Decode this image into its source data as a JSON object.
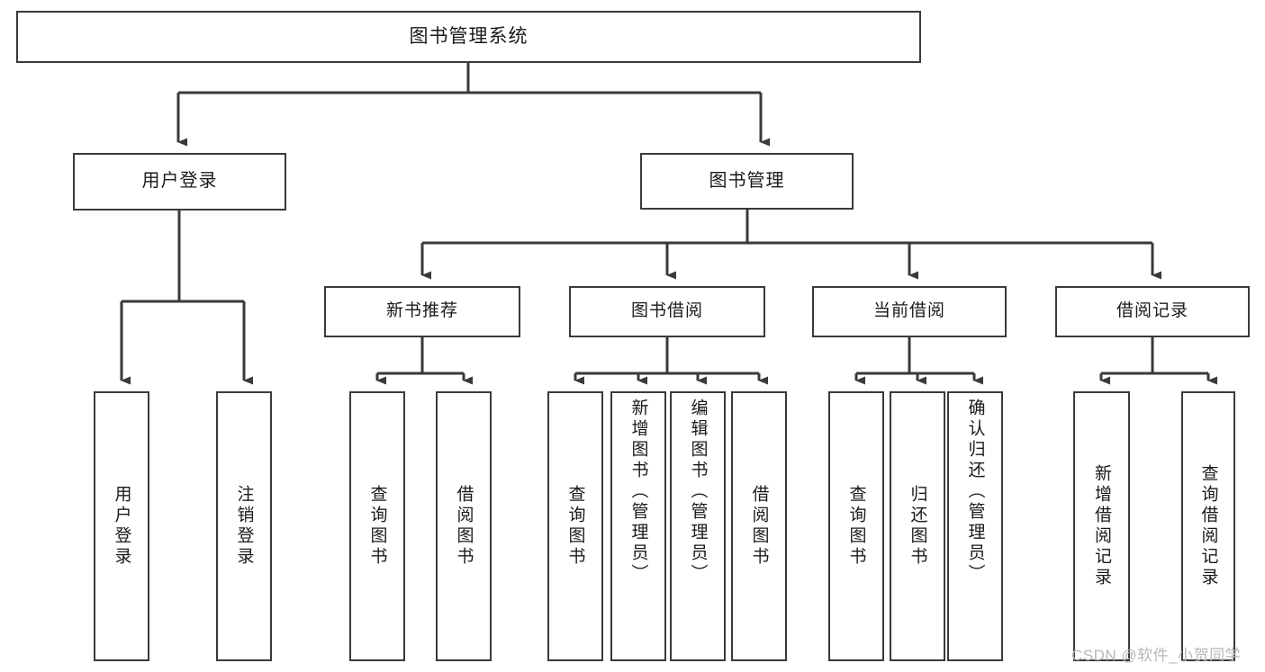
{
  "diagram": {
    "title": "图书管理系统",
    "watermark": "CSDN @软件_小贺同学",
    "type": "tree",
    "line_color": "#3a3a3a",
    "background_color": "#ffffff"
  },
  "nodes": {
    "root": {
      "label": "图书管理系统"
    },
    "level2": {
      "user_login": {
        "label": "用户登录"
      },
      "book_manage": {
        "label": "图书管理"
      }
    },
    "level3": {
      "new_book_rec": {
        "label": "新书推荐"
      },
      "book_borrow": {
        "label": "图书借阅"
      },
      "current_borrow": {
        "label": "当前借阅"
      },
      "borrow_record": {
        "label": "借阅记录"
      }
    },
    "leaves": {
      "user_login_children": [
        {
          "label": "用户登录"
        },
        {
          "label": "注销登录"
        }
      ],
      "new_book_rec_children": [
        {
          "label": "查询图书"
        },
        {
          "label": "借阅图书"
        }
      ],
      "book_borrow_children": [
        {
          "label": "查询图书"
        },
        {
          "label": "新增图书（管理员）"
        },
        {
          "label": "编辑图书（管理员）"
        },
        {
          "label": "借阅图书"
        }
      ],
      "current_borrow_children": [
        {
          "label": "查询图书"
        },
        {
          "label": "归还图书"
        },
        {
          "label": "确认归还（管理员）"
        }
      ],
      "borrow_record_children": [
        {
          "label": "新增借阅记录"
        },
        {
          "label": "查询借阅记录"
        }
      ]
    }
  },
  "chart_data": {
    "type": "table",
    "title": "图书管理系统 功能结构图",
    "hierarchy": {
      "name": "图书管理系统",
      "children": [
        {
          "name": "用户登录",
          "children": [
            {
              "name": "用户登录"
            },
            {
              "name": "注销登录"
            }
          ]
        },
        {
          "name": "图书管理",
          "children": [
            {
              "name": "新书推荐",
              "children": [
                {
                  "name": "查询图书"
                },
                {
                  "name": "借阅图书"
                }
              ]
            },
            {
              "name": "图书借阅",
              "children": [
                {
                  "name": "查询图书"
                },
                {
                  "name": "新增图书（管理员）"
                },
                {
                  "name": "编辑图书（管理员）"
                },
                {
                  "name": "借阅图书"
                }
              ]
            },
            {
              "name": "当前借阅",
              "children": [
                {
                  "name": "查询图书"
                },
                {
                  "name": "归还图书"
                },
                {
                  "name": "确认归还（管理员）"
                }
              ]
            },
            {
              "name": "借阅记录",
              "children": [
                {
                  "name": "新增借阅记录"
                },
                {
                  "name": "查询借阅记录"
                }
              ]
            }
          ]
        }
      ]
    }
  }
}
